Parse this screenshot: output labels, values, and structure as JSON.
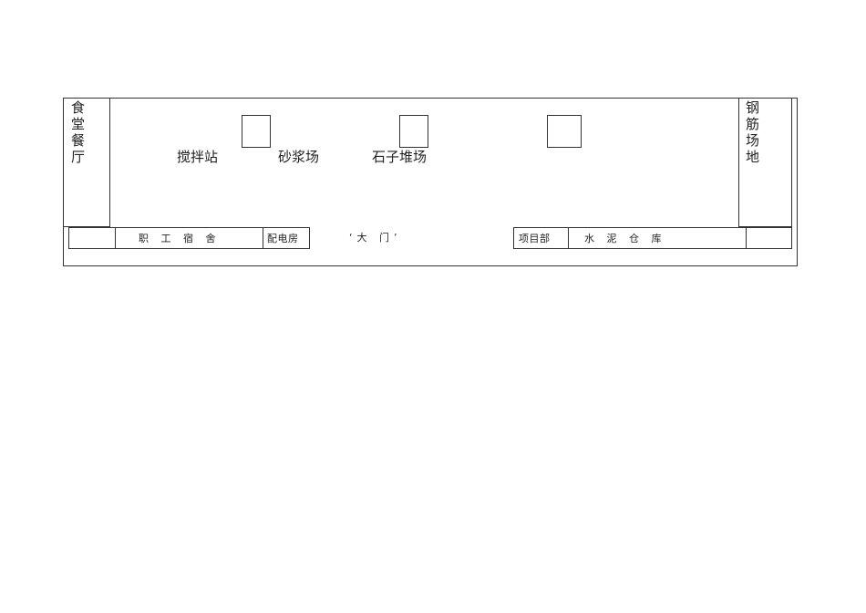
{
  "site_plan": {
    "canteen": [
      "食",
      "堂",
      "餐",
      "厅"
    ],
    "rebar_yard": [
      "钢",
      "筋",
      "场",
      "地"
    ],
    "mixing_station": "搅拌站",
    "mortar_yard": "砂浆场",
    "stone_yard": "石子堆场",
    "dormitory": "职 工 宿 舍",
    "power_room": "配电房",
    "main_gate": "‘大 门’",
    "project_office": "项目部",
    "cement_warehouse": "水 泥 仓 库"
  }
}
